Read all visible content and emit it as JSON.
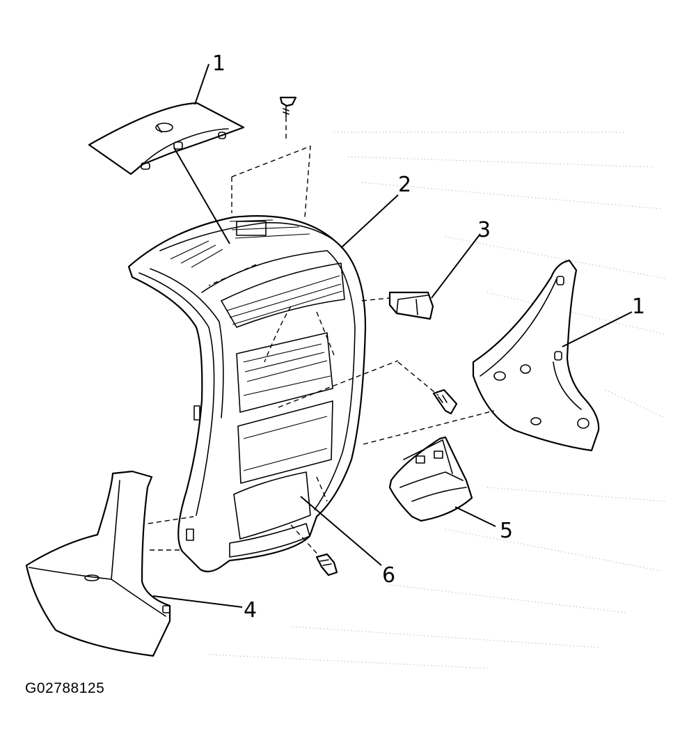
{
  "diagram": {
    "figure_id": "G02788125",
    "callouts": {
      "top_panel": "1",
      "main_bezel": "2",
      "clip": "3",
      "lower_left_panel": "4",
      "bracket": "5",
      "screw": "6",
      "right_panel": "1"
    }
  }
}
